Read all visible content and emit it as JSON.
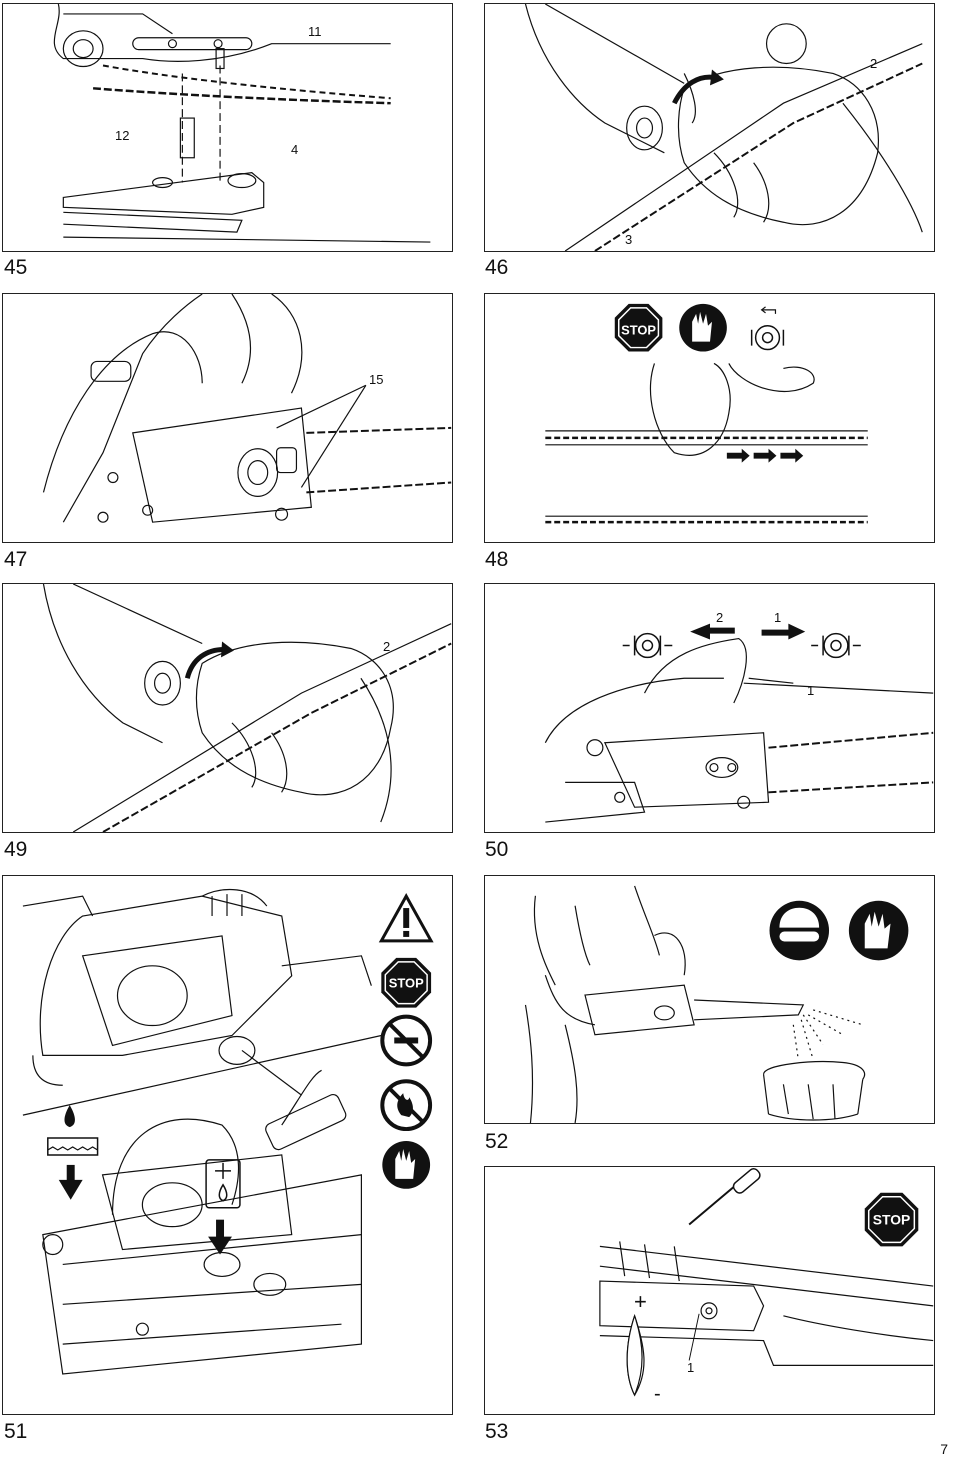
{
  "figures": [
    {
      "number": "45",
      "callouts": [
        "11",
        "12",
        "4"
      ]
    },
    {
      "number": "46",
      "callouts": [
        "2",
        "3"
      ]
    },
    {
      "number": "47",
      "callouts": [
        "15"
      ]
    },
    {
      "number": "48",
      "callouts": [],
      "stop_label": "STOP"
    },
    {
      "number": "49",
      "callouts": [
        "2"
      ]
    },
    {
      "number": "50",
      "callouts": [
        "2",
        "1",
        "1"
      ]
    },
    {
      "number": "51",
      "callouts": [],
      "stop_label": "STOP"
    },
    {
      "number": "52",
      "callouts": []
    },
    {
      "number": "53",
      "callouts": [
        "1"
      ],
      "stop_label": "STOP",
      "plus_sign": "+",
      "minus_sign": "-"
    }
  ],
  "page_number": "7",
  "icons": [
    "stop-sign-icon",
    "gloves-icon",
    "sprocket-icon",
    "warning-icon",
    "no-smoking-icon",
    "no-fire-icon",
    "helmet-goggles-icon",
    "oil-drop-icon",
    "fuel-can-icon",
    "screwdriver-icon",
    "wrench-icon",
    "arrow-icon"
  ]
}
